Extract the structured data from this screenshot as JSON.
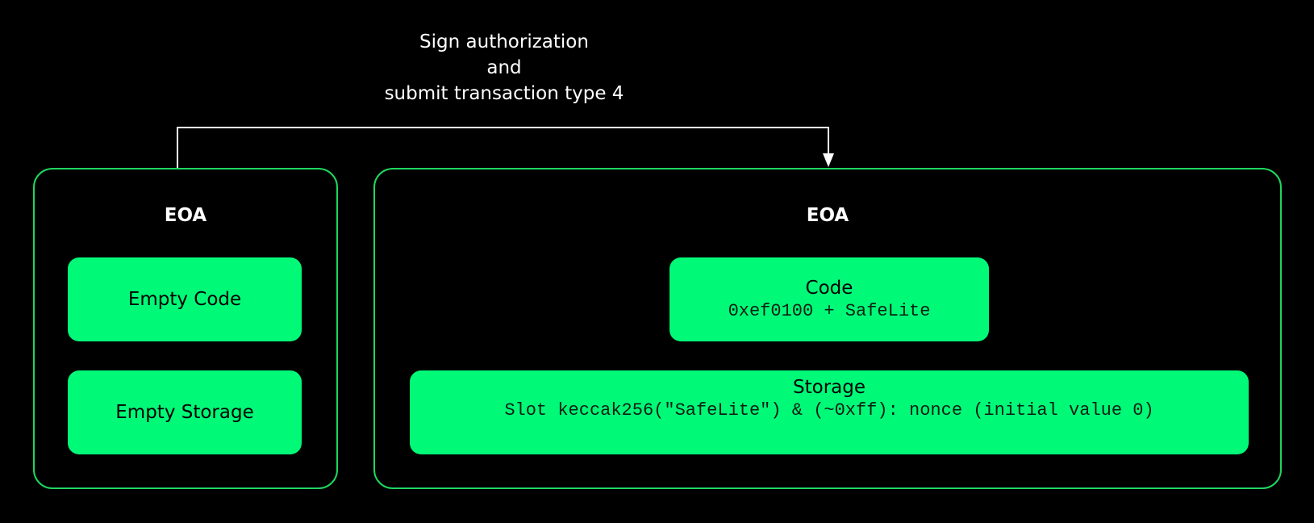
{
  "caption": {
    "line1": "Sign authorization",
    "line2": "and",
    "line3": "submit transaction type 4"
  },
  "left_account": {
    "title": "EOA",
    "code_label": "Empty Code",
    "storage_label": "Empty Storage"
  },
  "right_account": {
    "title": "EOA",
    "code": {
      "label": "Code",
      "value": "0xef0100 + SafeLite"
    },
    "storage": {
      "label": "Storage",
      "value": "Slot keccak256(\"SafeLite\") & (~0xff): nonce (initial value 0)"
    }
  },
  "colors": {
    "background": "#000000",
    "border": "#1ed760",
    "block_fill": "#00fa78",
    "text_light": "#ffffff",
    "text_dark": "#000000"
  }
}
